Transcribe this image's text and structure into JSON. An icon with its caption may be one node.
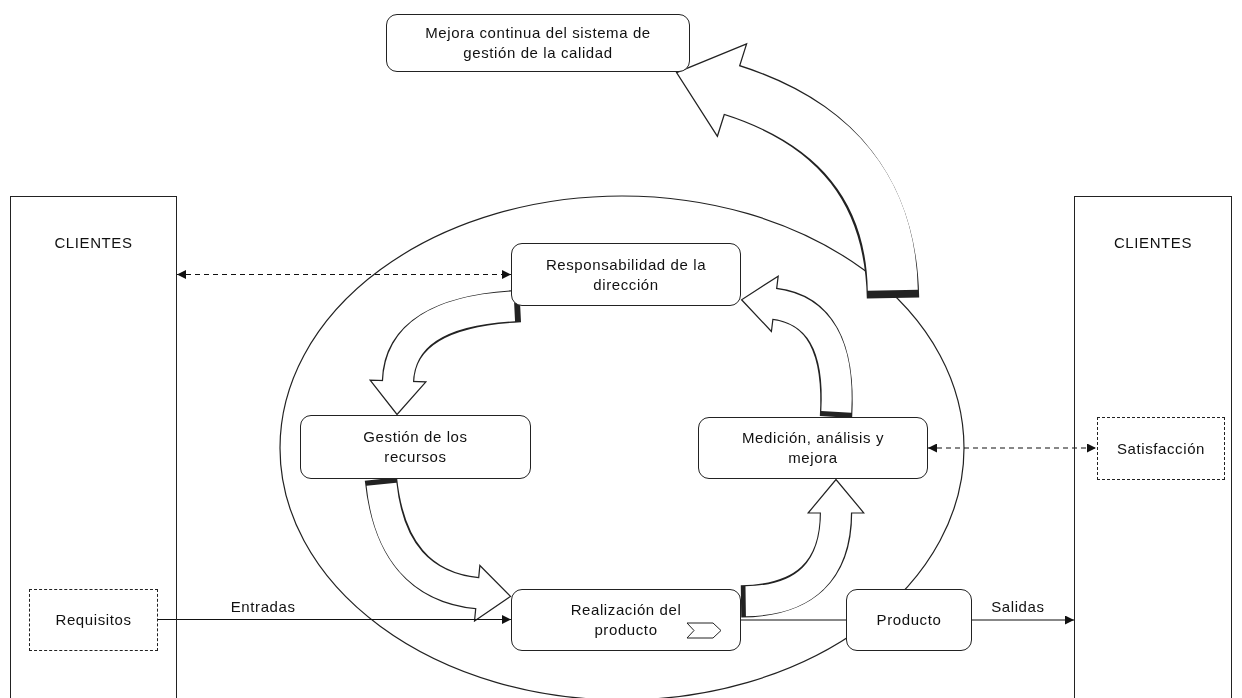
{
  "diagram": {
    "nodes": [
      {
        "text": [
          "Mejora continua del sistema de gestión de la calidad"
        ]
      },
      {
        "text": [
          "CLIENTES"
        ]
      },
      {
        "text": [
          "Requisitos"
        ],
        "in": 1
      },
      {
        "text": [
          "CLIENTES"
        ]
      },
      {
        "text": [
          "Satisfacción"
        ],
        "in": 3
      },
      {
        "text": [
          "Responsabilidad de la dirección"
        ]
      },
      {
        "text": [
          "Gestión de los recursos"
        ]
      },
      {
        "text": [
          "Medición, análisis y mejora"
        ]
      },
      {
        "text": [
          "Realización del producto"
        ]
      },
      {
        "text": [
          "Producto"
        ]
      }
    ],
    "edges": [
      {
        "from": 1,
        "to": 5,
        "arrow": "both",
        "style": "dashed"
      },
      {
        "from": 5,
        "to": 6,
        "arrow": "to",
        "style": "thick"
      },
      {
        "from": 6,
        "to": 8,
        "arrow": "to",
        "style": "thick"
      },
      {
        "from": 8,
        "to": 7,
        "arrow": "to",
        "style": "thick"
      },
      {
        "from": 7,
        "to": 5,
        "arrow": "to",
        "style": "thick"
      },
      {
        "from": null,
        "to": 0,
        "arrow": "to",
        "style": "thick"
      },
      {
        "from": 2,
        "to": 8,
        "arrow": "to",
        "label": "Entradas"
      },
      {
        "from": 8,
        "to": 9,
        "arrow": "none"
      },
      {
        "from": 9,
        "to": 3,
        "arrow": "to",
        "label": "Salidas"
      },
      {
        "from": 7,
        "to": 4,
        "arrow": "both",
        "style": "dashed"
      }
    ]
  }
}
